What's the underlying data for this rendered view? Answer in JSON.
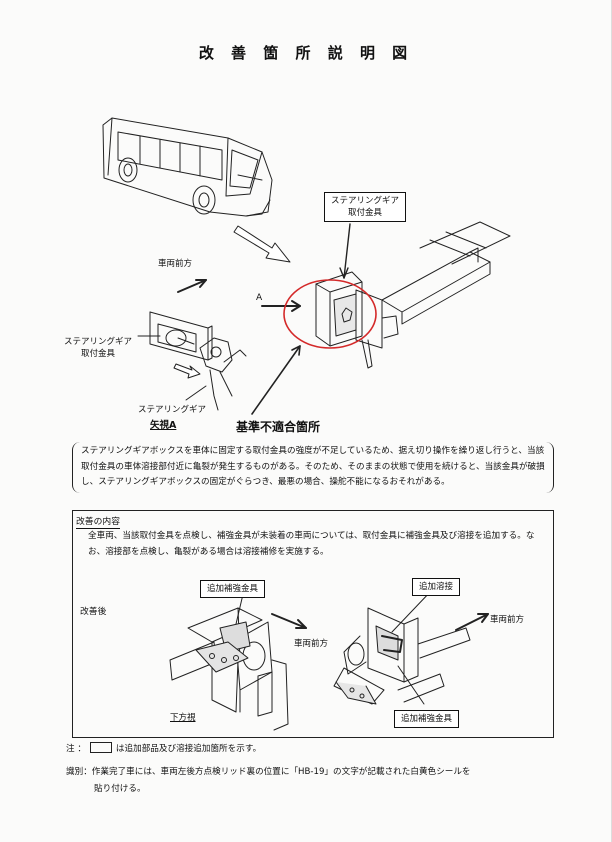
{
  "title": "改 善 箇 所 説 明 図",
  "labels": {
    "steering_gear_bracket_top": [
      "ステアリングギア",
      "取付金具"
    ],
    "vehicle_front_top": "車両前方",
    "view_a_marker": "A",
    "steering_gear_bracket_left": [
      "ステアリングギア",
      "取付金具"
    ],
    "steering_gear": "ステアリングギア",
    "view_a": "矢視A"
  },
  "nonconformity": {
    "heading": "基準不適合箇所",
    "text": "ステアリングギアボックスを車体に固定する取付金具の強度が不足しているため、据え切り操作を繰り返し行うと、当該取付金具の車体溶接部付近に亀裂が発生するものがある。そのため、そのままの状態で使用を続けると、当該金具が破損し、ステアリングギアボックスの固定がぐらつき、最悪の場合、操舵不能になるおそれがある。"
  },
  "improvement": {
    "heading": "改善の内容",
    "text": "全車両、当該取付金具を点検し、補強金具が未装着の車両については、取付金具に補強金具及び溶接を追加する。なお、溶接部を点検し、亀裂がある場合は溶接補修を実施する。",
    "after_label": "改善後",
    "added_reinforcement_left": "追加補強金具",
    "vehicle_front_mid": "車両前方",
    "bottom_view": "下方視",
    "added_weld": "追加溶接",
    "vehicle_front_right": "車両前方",
    "added_reinforcement_right": "追加補強金具"
  },
  "note": {
    "prefix": "注 ：",
    "text": "は追加部品及び溶接追加箇所を示す。"
  },
  "identification": {
    "line1": "識別：作業完了車には、車両左後方点検リッド裏の位置に「HB-19」の文字が記載された白黄色シールを",
    "line2": "貼り付ける。"
  },
  "colors": {
    "highlight_circle": "#d42a2a",
    "ink": "#111111"
  }
}
